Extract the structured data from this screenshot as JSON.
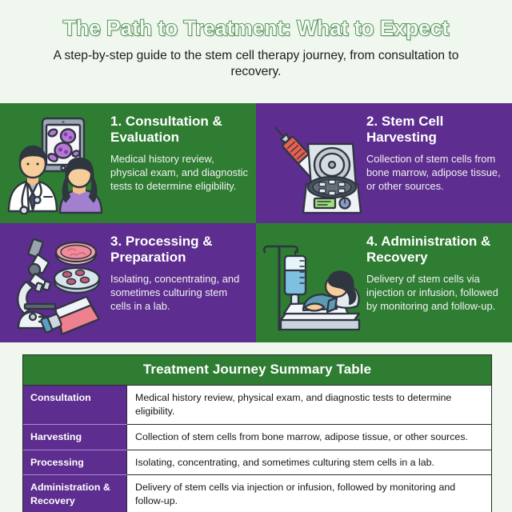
{
  "header": {
    "title": "The Path to Treatment: What to Expect",
    "subtitle": "A step-by-step guide to the stem cell therapy journey, from consultation to recovery."
  },
  "theme": {
    "background": "#eff7ee",
    "green": "#2e7d32",
    "purple": "#5d2d8f",
    "title_fill": "#f2faf1",
    "title_stroke": "#2f7c34",
    "text_light": "#f3f3f3",
    "text_dark": "#161616"
  },
  "steps": [
    {
      "number": "1.",
      "title": "1. Consultation & Evaluation",
      "body": "Medical history review, physical exam, and diagnostic tests to determine eligibility.",
      "color": "green",
      "illustration": "doctor-patient-tablet-illustration"
    },
    {
      "number": "2.",
      "title": "2. Stem Cell Harvesting",
      "body": "Collection of stem cells from bone marrow, adipose tissue, or other sources.",
      "color": "purple",
      "illustration": "syringe-centrifuge-illustration"
    },
    {
      "number": "3.",
      "title": "3. Processing & Preparation",
      "body": "Isolating, concentrating, and sometimes culturing stem cells in a lab.",
      "color": "purple",
      "illustration": "microscope-petri-dish-flask-illustration"
    },
    {
      "number": "4.",
      "title": "4. Administration & Recovery",
      "body": "Delivery of stem cells via injection or infusion, followed by monitoring and follow-up.",
      "color": "green",
      "illustration": "iv-drip-patient-bed-illustration"
    }
  ],
  "table": {
    "title": "Treatment Journey Summary Table",
    "rows": [
      {
        "label": "Consultation",
        "value": "Medical history review, physical exam, and diagnostic tests to determine eligibility."
      },
      {
        "label": "Harvesting",
        "value": "Collection of stem cells from bone marrow, adipose tissue, or other sources."
      },
      {
        "label": "Processing",
        "value": "Isolating, concentrating, and sometimes culturing stem cells in a lab."
      },
      {
        "label": "Administration & Recovery",
        "value": "Delivery of stem cells via injection or infusion, followed by monitoring and follow-up."
      }
    ]
  }
}
